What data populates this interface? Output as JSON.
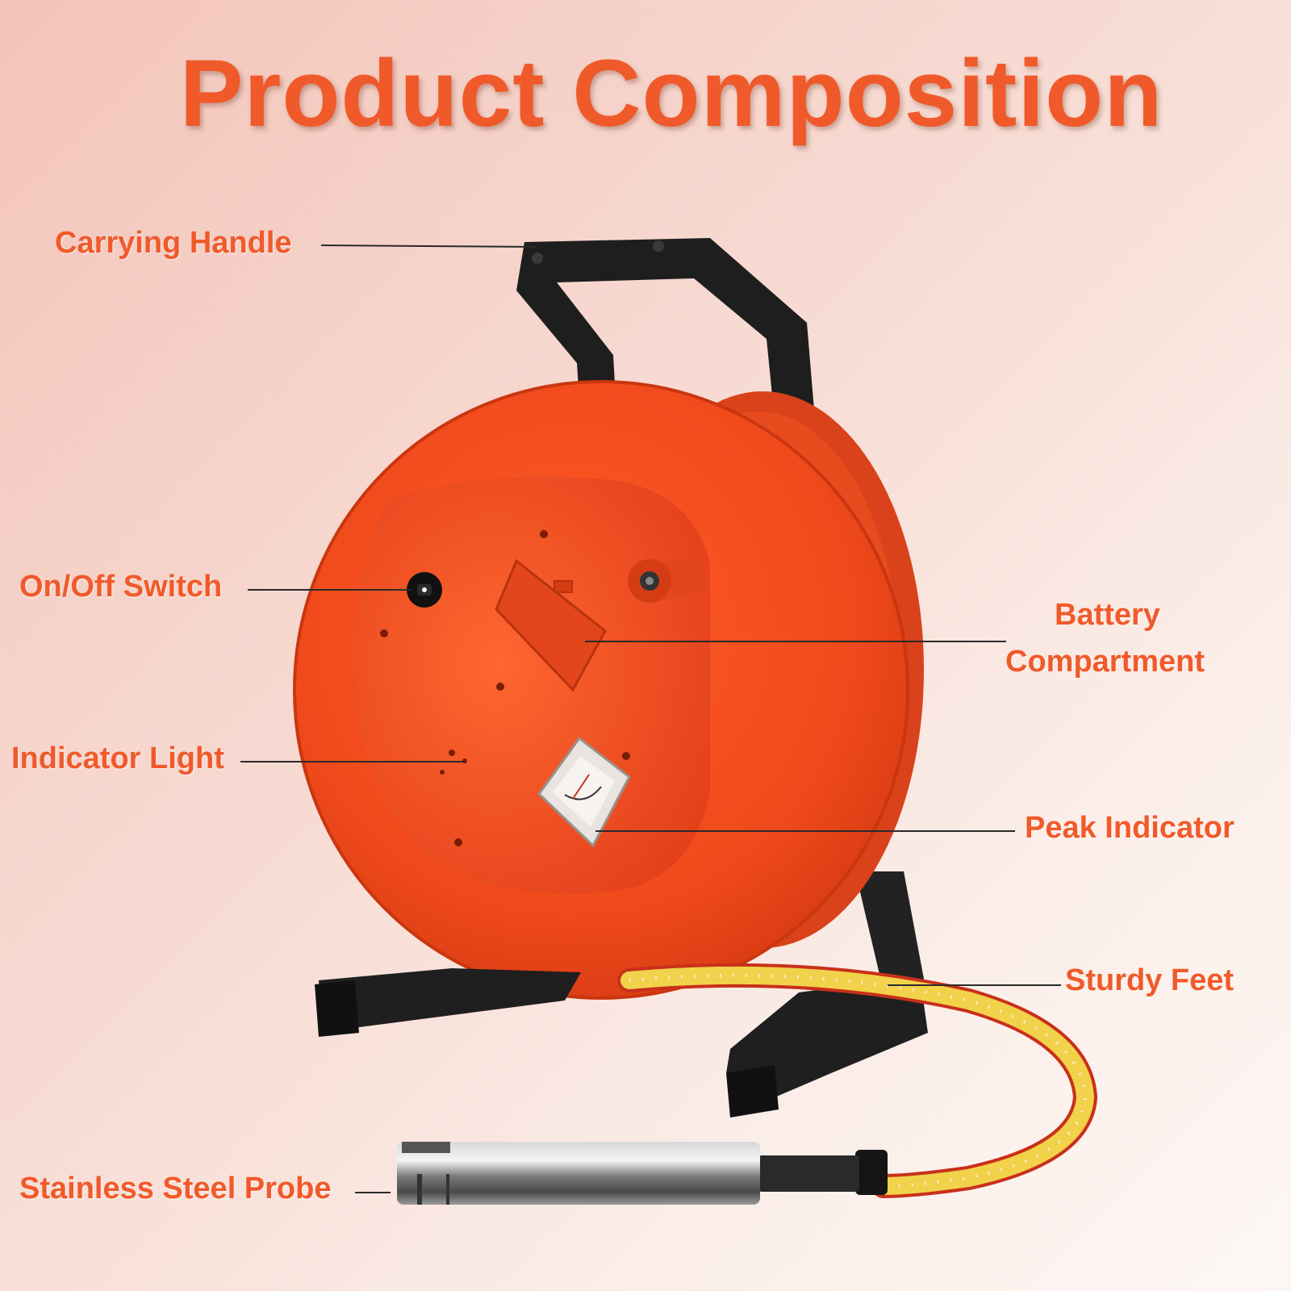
{
  "title": "Product Composition",
  "labels": {
    "carrying_handle": "Carrying Handle",
    "on_off_switch": "On/Off Switch",
    "indicator_light": "Indicator Light",
    "battery_line1": "Battery",
    "battery_line2": "Compartment",
    "peak_indicator": "Peak Indicator",
    "sturdy_feet": "Sturdy Feet",
    "stainless_probe": "Stainless Steel Probe"
  },
  "colors": {
    "accent": "#f05a2a",
    "reel": "#ee4a1e",
    "frame": "#1e1e1e",
    "tape": "#e8c63a"
  }
}
